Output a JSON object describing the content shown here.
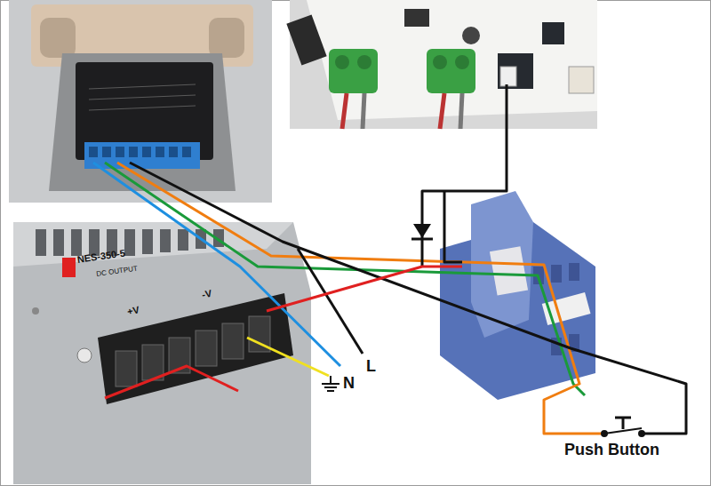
{
  "diagram": {
    "labels": [
      "NES-350-5",
      "DC OUTPUT",
      "+V",
      "-V",
      "N",
      "L",
      "Push Button"
    ]
  }
}
